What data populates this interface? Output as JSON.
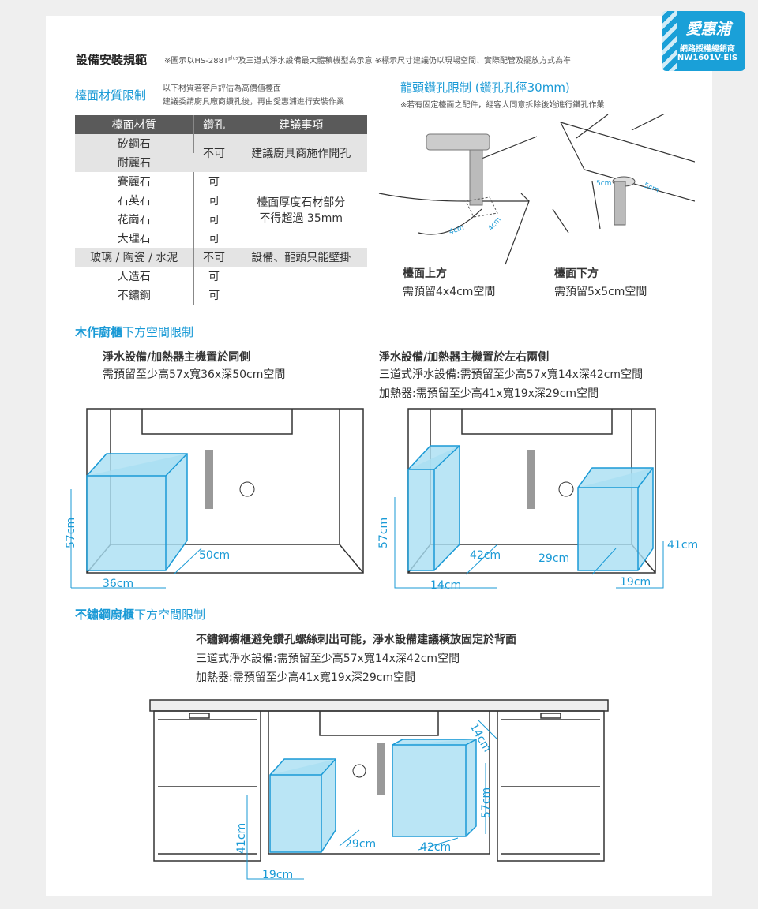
{
  "header": {
    "title": "設備安裝規範",
    "note": "※圖示以HS-288T",
    "note_sup": "plus",
    "note_rest": "及三道式淨水設備最大體積機型為示意 ※標示尺寸建議仍以現場空間、實際配管及擺放方式為準"
  },
  "badge": {
    "logo": "愛惠浦",
    "line1": "網路授權經銷商",
    "line2": "NW1601V-EIS"
  },
  "material": {
    "title": "檯面材質限制",
    "note1": "以下材質若客戶評估為高價值檯面",
    "note2": "建議委請廚具廠商鑽孔後，再由愛惠浦進行安裝作業",
    "headers": [
      "檯面材質",
      "鑽孔",
      "建議事項"
    ],
    "rows": [
      {
        "material": "矽鋼石",
        "drill": "不可",
        "advice": "建議廚具商施作開孔"
      },
      {
        "material": "耐麗石"
      },
      {
        "material": "賽麗石",
        "drill": "可",
        "advice": "檯面厚度石材部分"
      },
      {
        "material": "石英石",
        "drill": "可",
        "advice2": "不得超過 35mm"
      },
      {
        "material": "花崗石",
        "drill": "可"
      },
      {
        "material": "大理石",
        "drill": "可"
      },
      {
        "material": "玻璃 / 陶瓷 / 水泥",
        "drill": "不可",
        "advice": "設備、龍頭只能壁掛"
      },
      {
        "material": "人造石",
        "drill": "可"
      },
      {
        "material": "不鏽鋼",
        "drill": "可"
      }
    ]
  },
  "faucet": {
    "title": "龍頭鑽孔限制 (鑽孔孔徑30mm)",
    "note": "※若有固定檯面之配件，經客人同意拆除後始進行鑽孔作業",
    "top_label": "檯面上方",
    "top_desc": "需預留4x4cm空間",
    "bottom_label": "檯面下方",
    "bottom_desc": "需預留5x5cm空間",
    "dim_top_a": "4cm",
    "dim_top_b": "4cm",
    "dim_bot_a": "5cm",
    "dim_bot_b": "5cm"
  },
  "wood": {
    "title_bold": "木作廚櫃",
    "title_rest": "下方空間限制",
    "left_head": "淨水設備/加熱器主機置於同側",
    "left_desc": "需預留至少高57x寬36x深50cm空間",
    "right_head": "淨水設備/加熱器主機置於左右兩側",
    "right_desc1": "三道式淨水設備:需預留至少高57x寬14x深42cm空間",
    "right_desc2": "加熱器:需預留至少高41x寬19x深29cm空間",
    "left_dims": {
      "h": "57cm",
      "d": "50cm",
      "w": "36cm"
    },
    "right_dims": {
      "h": "57cm",
      "d1": "42cm",
      "w1": "14cm",
      "d2": "29cm",
      "w2": "19cm",
      "h2": "41cm"
    }
  },
  "steel": {
    "title_bold": "不鏽鋼廚櫃",
    "title_rest": "下方空間限制",
    "head": "不鏽鋼櫥櫃避免鑽孔螺絲刺出可能，淨水設備建議橫放固定於背面",
    "desc1": "三道式淨水設備:需預留至少高57x寬14x深42cm空間",
    "desc2": "加熱器:需預留至少高41x寬19x深29cm空間",
    "dims": {
      "h1": "41cm",
      "w1": "19cm",
      "d1": "29cm",
      "d2": "42cm",
      "h2": "57cm",
      "w2": "14cm"
    }
  }
}
